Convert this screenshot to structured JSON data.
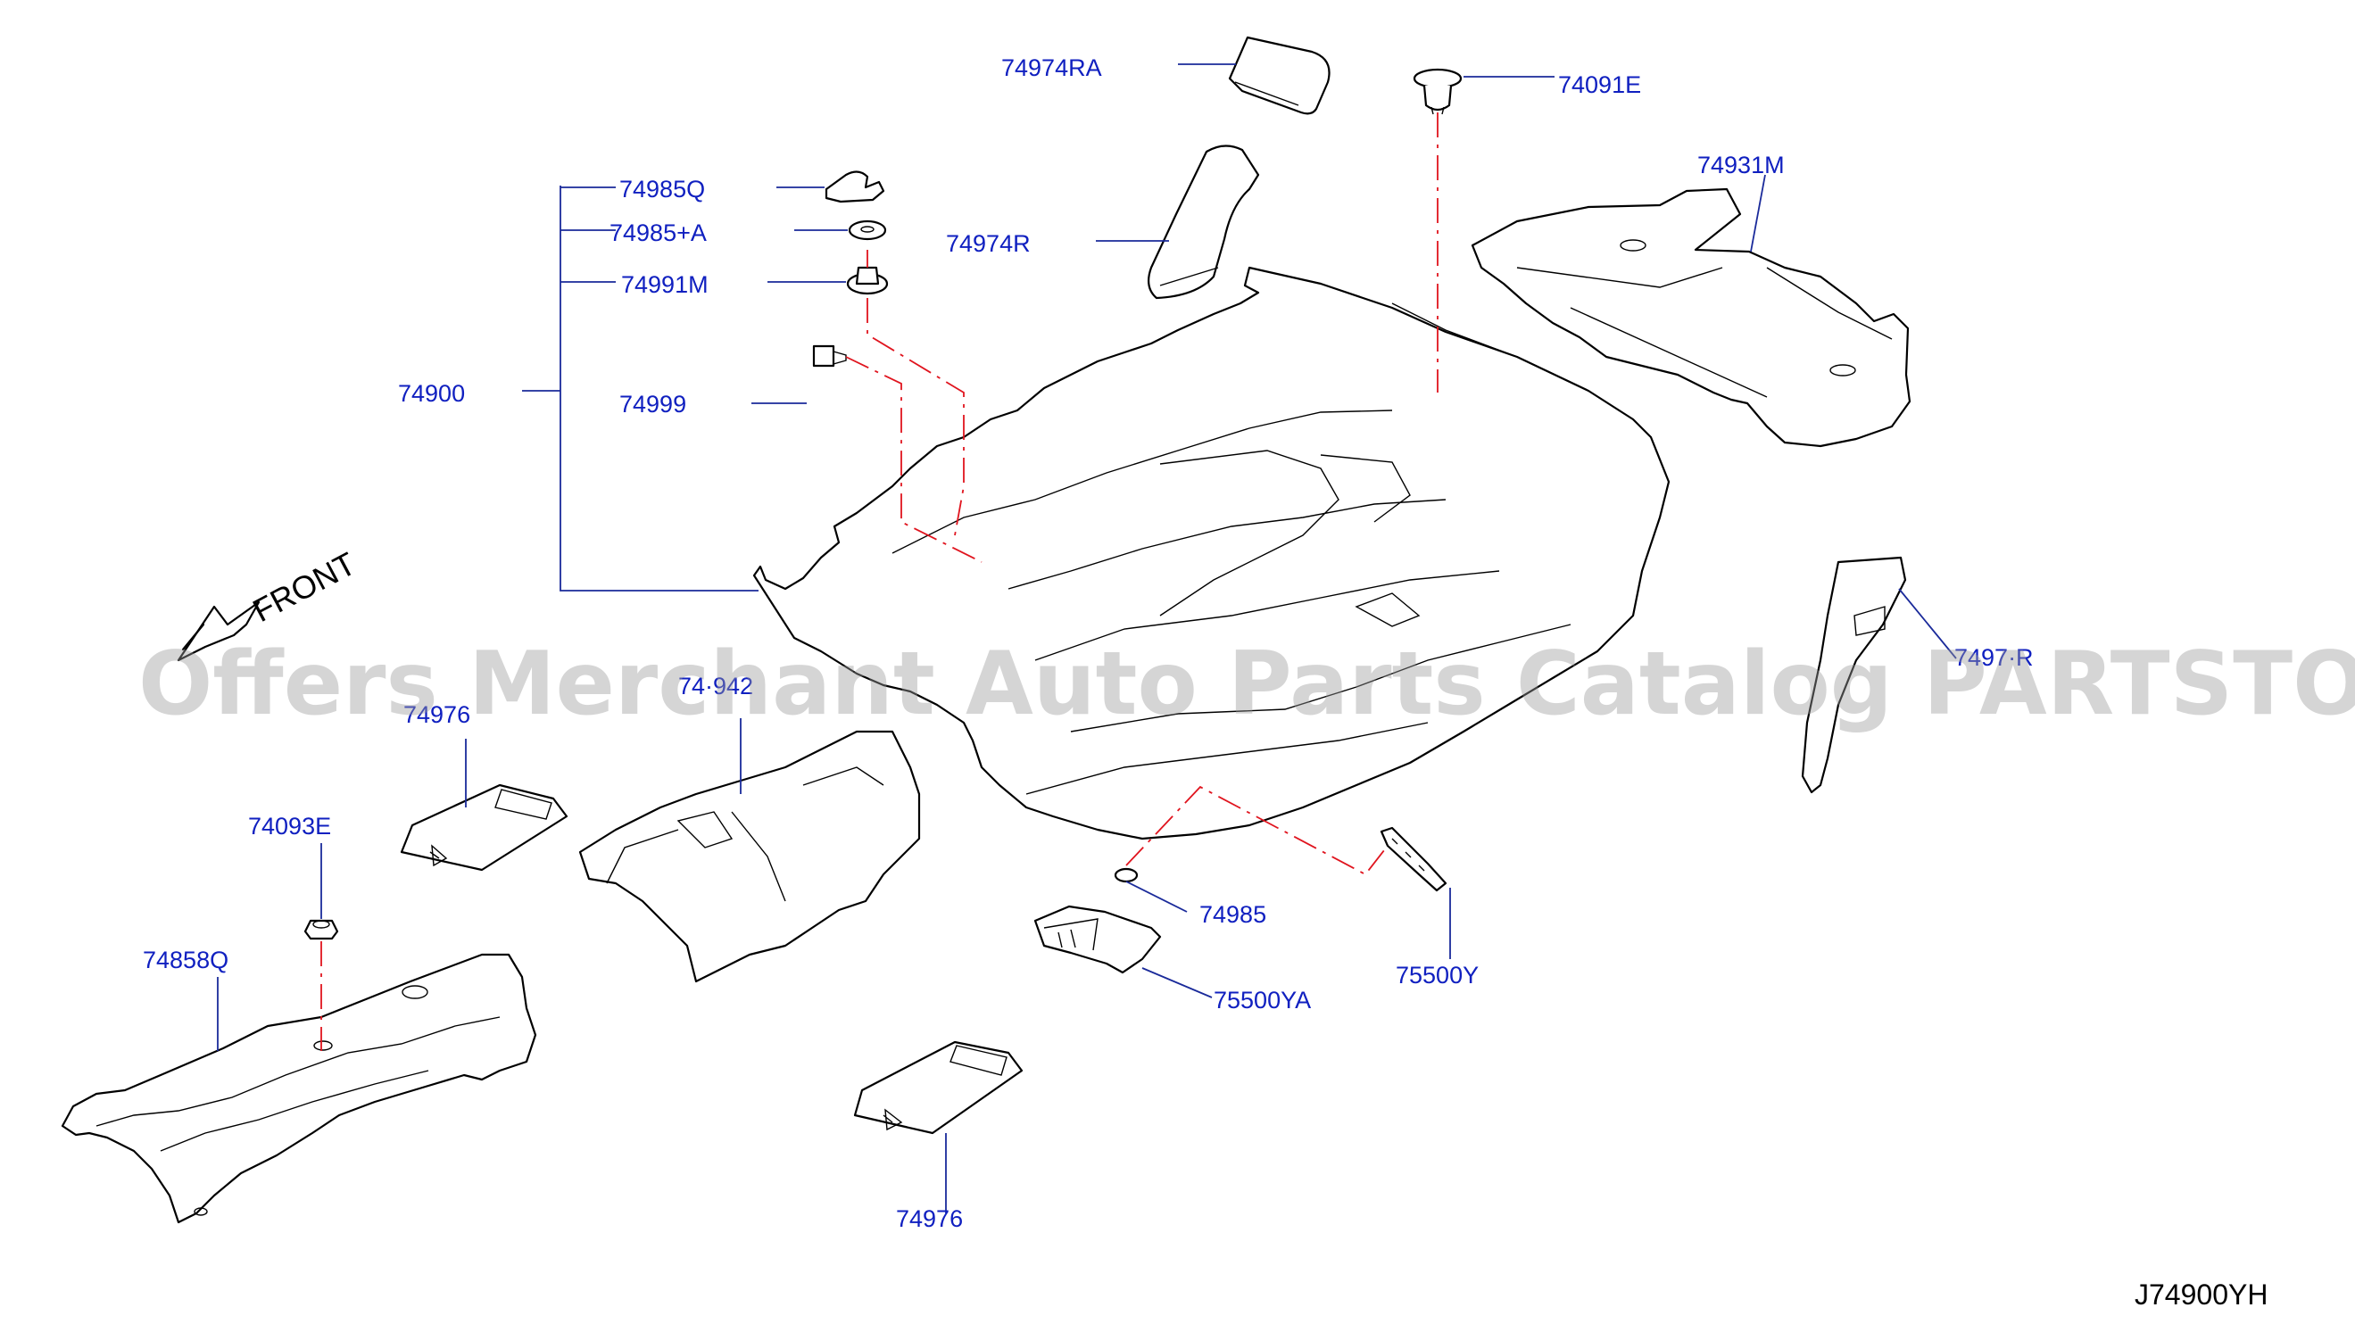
{
  "diagram_code": "J74900YH",
  "direction_label": "FRONT",
  "watermark": "Offers Merchant Auto Parts Catalog PARTSTORE.SA",
  "colors": {
    "label": "#1020c0",
    "leader": "#1a2a9a",
    "chain_line": "#e0141e",
    "outline": "#000000"
  },
  "labels": {
    "p74974RA": "74974RA",
    "p74091E": "74091E",
    "p74985Q": "74985Q",
    "p74985A": "74985+A",
    "p74991M": "74991M",
    "p74974R": "74974R",
    "p74931M": "74931M",
    "p74900": "74900",
    "p74999": "74999",
    "p74975R": "7497·R",
    "p74942": "74·942",
    "p74976a": "74976",
    "p74093E": "74093E",
    "p74858Q": "74858Q",
    "p74985": "74985",
    "p75500YA": "75500YA",
    "p75500Y": "75500Y",
    "p74976b": "74976"
  }
}
